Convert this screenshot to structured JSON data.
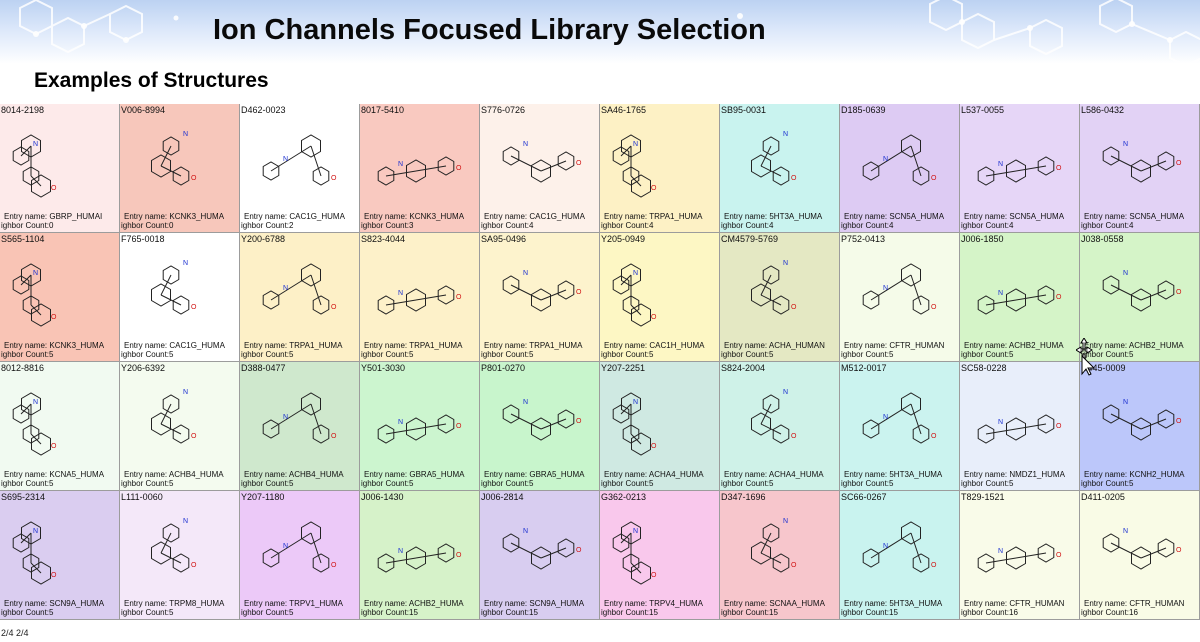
{
  "header": {
    "title": "Ion Channels Focused Library Selection",
    "subtitle": "Examples of Structures"
  },
  "entry_prefix": "Entry name: ",
  "count_prefix": "ighbor Count:",
  "footer": "2/4 2/4",
  "cursor_icon": "move-cursor-icon",
  "grid": [
    {
      "code": "8014-2198",
      "entry": "GBRP_HUMAI",
      "count": "0",
      "color": "#fdeaea"
    },
    {
      "code": "V006-8994",
      "entry": "KCNK3_HUMA",
      "count": "0",
      "color": "#f7c7bb"
    },
    {
      "code": "D462-0023",
      "entry": "CAC1G_HUMA",
      "count": "2",
      "color": "#ffffff"
    },
    {
      "code": "8017-5410",
      "entry": "KCNK3_HUMA",
      "count": "3",
      "color": "#f9c9c0"
    },
    {
      "code": "S776-0726",
      "entry": "CAC1G_HUMA",
      "count": "4",
      "color": "#fdf1ea"
    },
    {
      "code": "SA46-1765",
      "entry": "TRPA1_HUMA",
      "count": "4",
      "color": "#fdf1c5"
    },
    {
      "code": "SB95-0031",
      "entry": "5HT3A_HUMA",
      "count": "4",
      "color": "#c9f3ef"
    },
    {
      "code": "D185-0639",
      "entry": "SCN5A_HUMA",
      "count": "4",
      "color": "#ddcbf3"
    },
    {
      "code": "L537-0055",
      "entry": "SCN5A_HUMA",
      "count": "4",
      "color": "#e6d6f7"
    },
    {
      "code": "L586-0432",
      "entry": "SCN5A_HUMA",
      "count": "4",
      "color": "#e2d2f5"
    },
    {
      "code": "S565-1104",
      "entry": "KCNK3_HUMA",
      "count": "5",
      "color": "#f9c4b5"
    },
    {
      "code": "F765-0018",
      "entry": "CAC1G_HUMA",
      "count": "5",
      "color": "#ffffff"
    },
    {
      "code": "Y200-6788",
      "entry": "TRPA1_HUMA",
      "count": "5",
      "color": "#fdf0c7"
    },
    {
      "code": "S823-4044",
      "entry": "TRPA1_HUMA",
      "count": "5",
      "color": "#fdf1c9"
    },
    {
      "code": "SA95-0496",
      "entry": "TRPA1_HUMA",
      "count": "5",
      "color": "#fdf3cd"
    },
    {
      "code": "Y205-0949",
      "entry": "CAC1H_HUMA",
      "count": "5",
      "color": "#fdf7c4"
    },
    {
      "code": "CM4579-5769",
      "entry": "ACHA_HUMAN",
      "count": "5",
      "color": "#e4e8c3"
    },
    {
      "code": "P752-0413",
      "entry": "CFTR_HUMAN",
      "count": "5",
      "color": "#f5fbe9"
    },
    {
      "code": "J006-1850",
      "entry": "ACHB2_HUMA",
      "count": "5",
      "color": "#d5f4c8"
    },
    {
      "code": "J038-0558",
      "entry": "ACHB2_HUMA",
      "count": "5",
      "color": "#d5f4c8"
    },
    {
      "code": "8012-8816",
      "entry": "KCNA5_HUMA",
      "count": "5",
      "color": "#f1faf1"
    },
    {
      "code": "Y206-6392",
      "entry": "ACHB4_HUMA",
      "count": "5",
      "color": "#f4fbef"
    },
    {
      "code": "D388-0477",
      "entry": "ACHB4_HUMA",
      "count": "5",
      "color": "#cfe8cd"
    },
    {
      "code": "Y501-3030",
      "entry": "GBRA5_HUMA",
      "count": "5",
      "color": "#ccf5cf"
    },
    {
      "code": "P801-0270",
      "entry": "GBRA5_HUMA",
      "count": "5",
      "color": "#c8f5cc"
    },
    {
      "code": "Y207-2251",
      "entry": "ACHA4_HUMA",
      "count": "5",
      "color": "#cfe9e2"
    },
    {
      "code": "S824-2004",
      "entry": "ACHA4_HUMA",
      "count": "5",
      "color": "#cff2e8"
    },
    {
      "code": "M512-0017",
      "entry": "5HT3A_HUMA",
      "count": "5",
      "color": "#cbf3ef"
    },
    {
      "code": "SC58-0228",
      "entry": "NMDZ1_HUMA",
      "count": "5",
      "color": "#e8eefa"
    },
    {
      "code": "D445-0009",
      "entry": "KCNH2_HUMA",
      "count": "5",
      "color": "#bcc7fa"
    },
    {
      "code": "S695-2314",
      "entry": "SCN9A_HUMA",
      "count": "5",
      "color": "#dacdf0"
    },
    {
      "code": "L111-0060",
      "entry": "TRPM8_HUMA",
      "count": "5",
      "color": "#f4e8f9"
    },
    {
      "code": "Y207-1180",
      "entry": "TRPV1_HUMA",
      "count": "5",
      "color": "#ecc9f8"
    },
    {
      "code": "J006-1430",
      "entry": "ACHB2_HUMA",
      "count": "15",
      "color": "#d6f2c9"
    },
    {
      "code": "J006-2814",
      "entry": "SCN9A_HUMA",
      "count": "15",
      "color": "#d8cdf0"
    },
    {
      "code": "G362-0213",
      "entry": "TRPV4_HUMA",
      "count": "15",
      "color": "#f9c8ec"
    },
    {
      "code": "D347-1696",
      "entry": "SCNAA_HUMA",
      "count": "15",
      "color": "#f7c6cc"
    },
    {
      "code": "SC66-0267",
      "entry": "5HT3A_HUMA",
      "count": "15",
      "color": "#c9f3ef"
    },
    {
      "code": "T829-1521",
      "entry": "CFTR_HUMAN",
      "count": "16",
      "color": "#f9fbe9"
    },
    {
      "code": "D411-0205",
      "entry": "CFTR_HUMAN",
      "count": "16",
      "color": "#f9fbe6"
    }
  ]
}
